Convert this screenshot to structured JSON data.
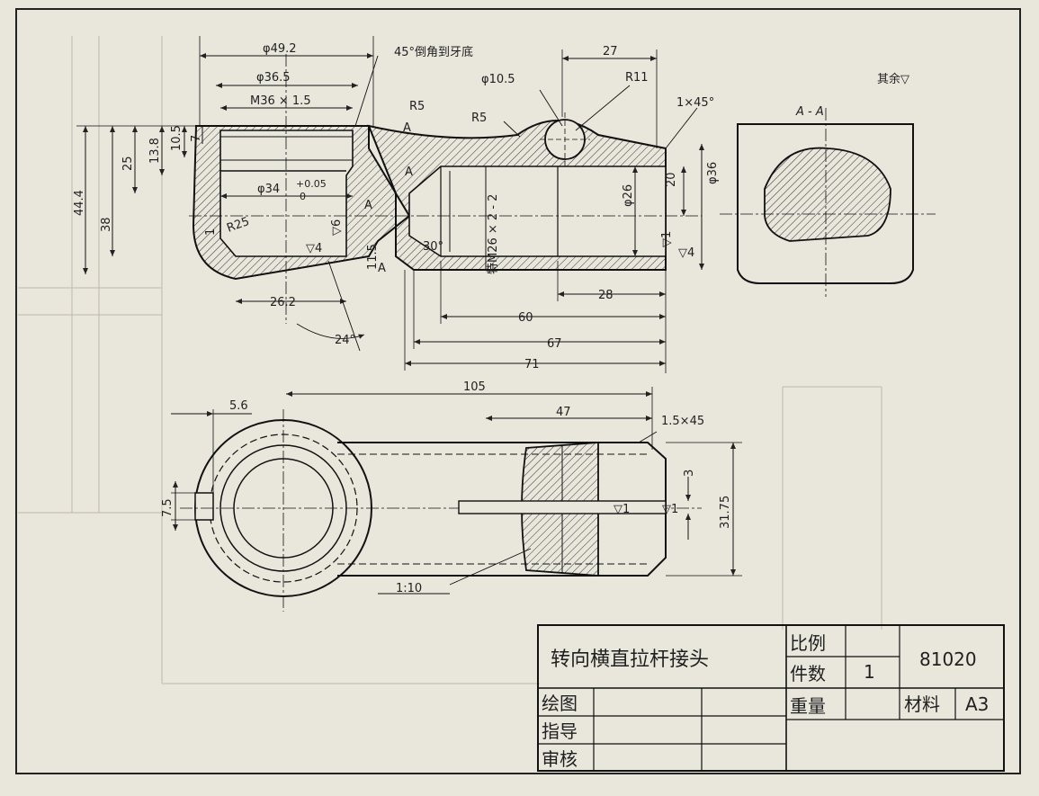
{
  "title_block": {
    "part_name": "转向横直拉杆接头",
    "scale_label": "比例",
    "quantity_label": "件数",
    "quantity_value": "1",
    "weight_label": "重量",
    "drawing_number": "81020",
    "material_label": "材料",
    "material_value": "A3",
    "drawn_label": "绘图",
    "guide_label": "指导",
    "review_label": "审核"
  },
  "notes": {
    "surface_rest": "其余▽",
    "section_label": "A - A",
    "chamfer_note": "45°倒角到牙底"
  },
  "front_view": {
    "d_49_2": "φ49.2",
    "d_36_5": "φ36.5",
    "thread_m36": "M36 × 1.5",
    "d_34": "φ34",
    "tol_upper": "+0.05",
    "tol_lower": "0",
    "r25": "R25",
    "r5_upper": "R5",
    "r5_mid": "R5",
    "d_10_5": "φ10.5",
    "r11": "R11",
    "dim_27": "27",
    "chamfer_1x45": "1×45°",
    "d_36": "φ36",
    "d_26": "φ26",
    "dim_20": "20",
    "thread_m26": "特M26 × 2 - 2",
    "angle_30": "30°",
    "angle_24": "24°",
    "dim_26_2": "26.2",
    "dim_11_5": "11.5",
    "dim_28": "28",
    "dim_60": "60",
    "dim_67": "67",
    "dim_71": "71",
    "dim_44_4": "44.4",
    "dim_38": "38",
    "dim_25": "25",
    "dim_13_8": "13.8",
    "dim_10_5": "10.5",
    "dim_7": "7",
    "dim_1": "1",
    "rough_6": "▽6",
    "rough_4a": "▽4",
    "rough_4b": "▽4",
    "rough_1": "▽1",
    "letter_a1": "A",
    "letter_a2": "A",
    "letter_a3": "A",
    "letter_a4": "A"
  },
  "bottom_view": {
    "dim_105": "105",
    "dim_47": "47",
    "dim_5_6": "5.6",
    "dim_7_5": "7.5",
    "chamfer_1_5": "1.5×45",
    "dim_3": "3",
    "dim_31_75": "31.75",
    "taper": "1:10",
    "rough_1a": "▽1",
    "rough_1b": "▽1"
  }
}
